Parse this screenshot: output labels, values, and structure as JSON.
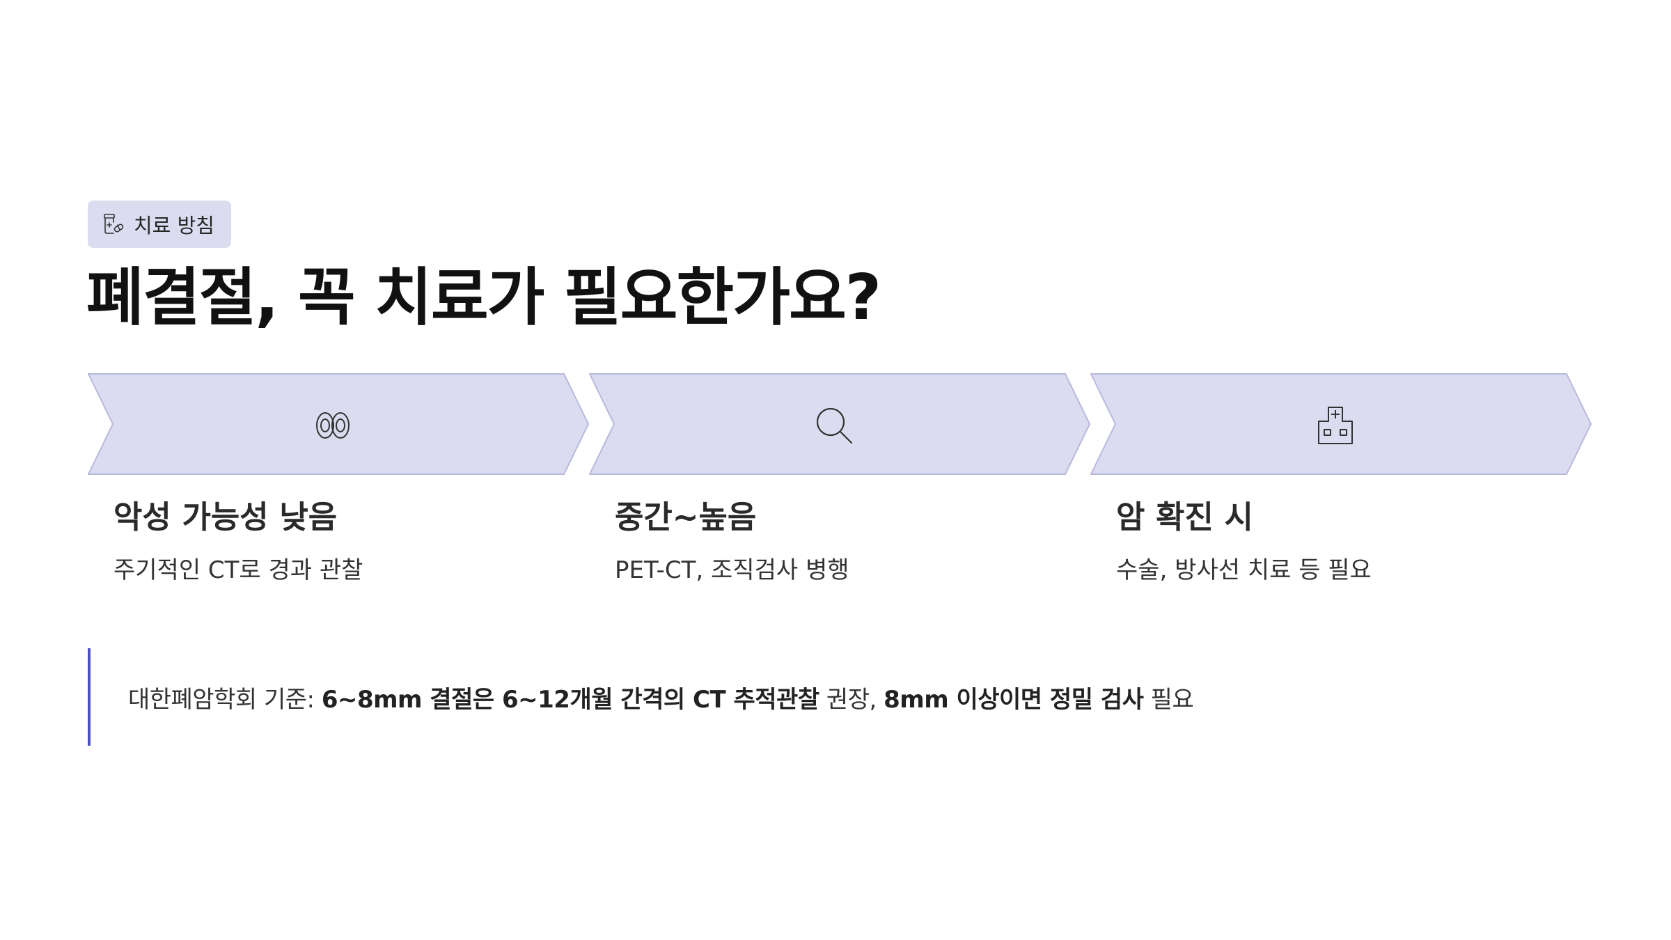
{
  "badge": {
    "icon": "medication-icon",
    "label": "치료 방침"
  },
  "title": "폐결절, 꼭 치료가 필요한가요?",
  "colors": {
    "chevron_fill": "#dcdcf0",
    "chevron_stroke": "#b8b8dc",
    "accent": "#4a4fbf",
    "text": "#1a1a1a"
  },
  "steps": [
    {
      "icon": "lungs-icon",
      "title": "악성 가능성 낮음",
      "description": "주기적인 CT로 경과 관찰"
    },
    {
      "icon": "search-icon",
      "title": "중간~높음",
      "description": "PET-CT, 조직검사 병행"
    },
    {
      "icon": "hospital-icon",
      "title": "암 확진 시",
      "description": "수술, 방사선 치료 등 필요"
    }
  ],
  "note": {
    "prefix": "대한폐암학회 기준: ",
    "bold1": "6~8mm 결절은 6~12개월 간격의 CT 추적관찰",
    "mid": " 권장, ",
    "bold2": "8mm 이상이면 정밀 검사",
    "suffix": " 필요"
  }
}
